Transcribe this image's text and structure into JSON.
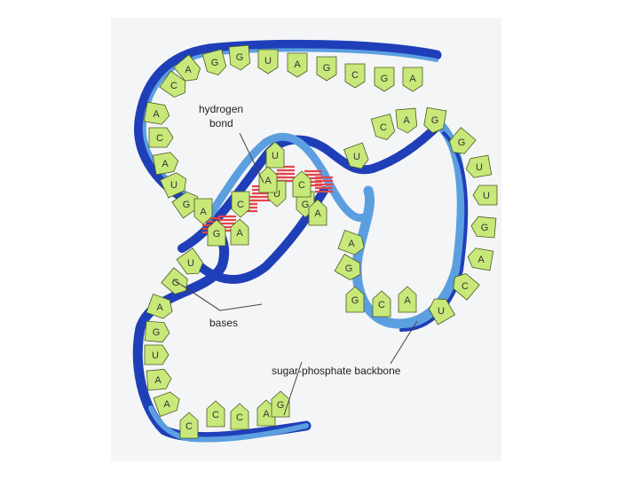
{
  "diagram": {
    "labels": {
      "hydrogen_line1": "hydrogen",
      "hydrogen_line2": "bond",
      "bases": "bases",
      "backbone": "sugar-phosphate backbone"
    },
    "colors": {
      "panel": "#f4f5f6",
      "backbone_dark": "#1f3fb8",
      "backbone_light": "#5b9fe0",
      "base_fill": "#c8e87a",
      "base_stroke": "#4a5a20",
      "hbond": "#e2454a",
      "leader": "#444444"
    },
    "bases": [
      "A",
      "G",
      "G",
      "U",
      "A",
      "G",
      "C",
      "G",
      "A",
      "C",
      "A",
      "C",
      "A",
      "U",
      "G",
      "A",
      "C",
      "U",
      "G",
      "U",
      "A",
      "A",
      "G",
      "U",
      "C",
      "A",
      "G",
      "G",
      "U",
      "U",
      "G",
      "A",
      "C",
      "U",
      "A",
      "C",
      "G",
      "G",
      "A",
      "U",
      "G",
      "A",
      "G",
      "U",
      "A",
      "A",
      "C",
      "C",
      "C",
      "A",
      "G",
      "A",
      "C",
      "G"
    ]
  }
}
